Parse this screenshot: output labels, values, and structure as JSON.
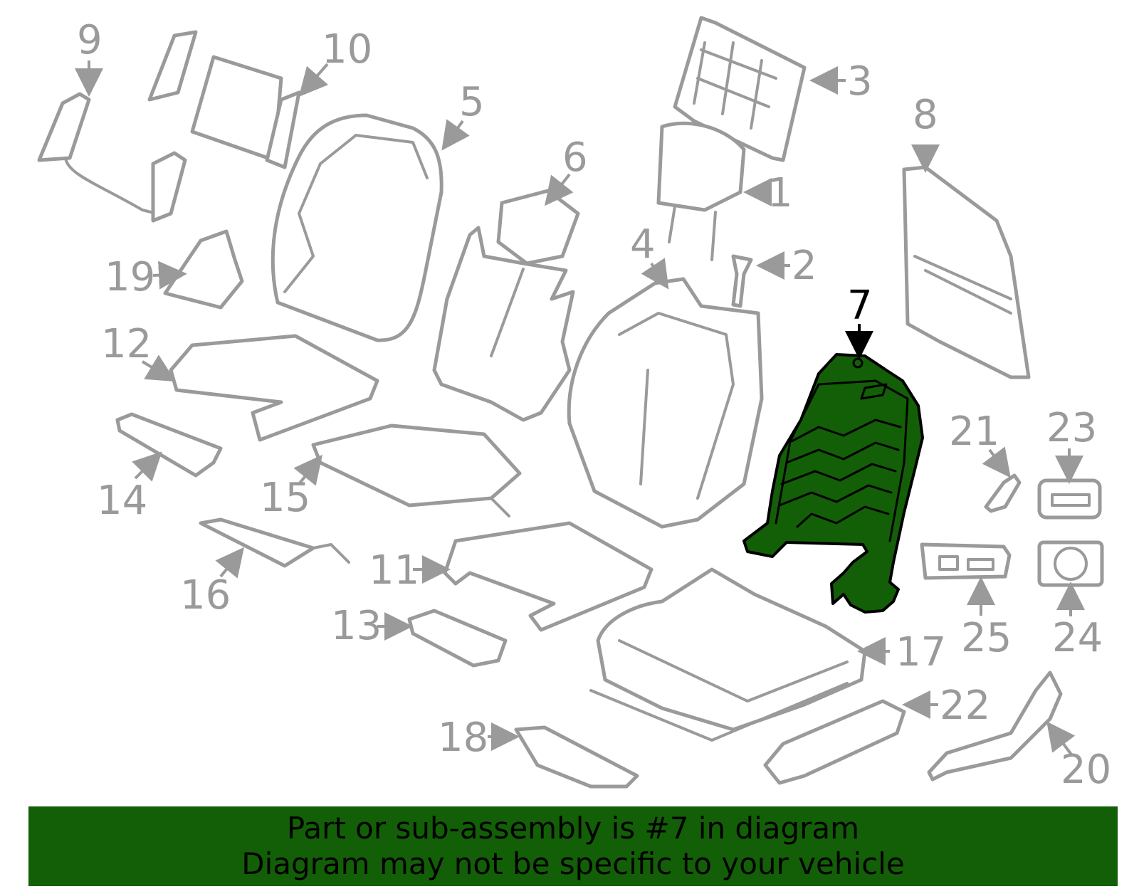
{
  "diagram": {
    "highlighted_part": "7",
    "colors": {
      "highlight": "#135f07",
      "parts": "#9a9a9a",
      "banner": "#135f07"
    },
    "callouts": {
      "c1": "1",
      "c2": "2",
      "c3": "3",
      "c4": "4",
      "c5": "5",
      "c6": "6",
      "c7": "7",
      "c8": "8",
      "c9": "9",
      "c10": "10",
      "c11": "11",
      "c12": "12",
      "c13": "13",
      "c14": "14",
      "c15": "15",
      "c16": "16",
      "c17": "17",
      "c18": "18",
      "c19": "19",
      "c20": "20",
      "c21": "21",
      "c22": "22",
      "c23": "23",
      "c24": "24",
      "c25": "25"
    }
  },
  "banner": {
    "line1": "Part or sub-assembly is #7 in diagram",
    "line2": "Diagram may not be specific to your vehicle"
  }
}
